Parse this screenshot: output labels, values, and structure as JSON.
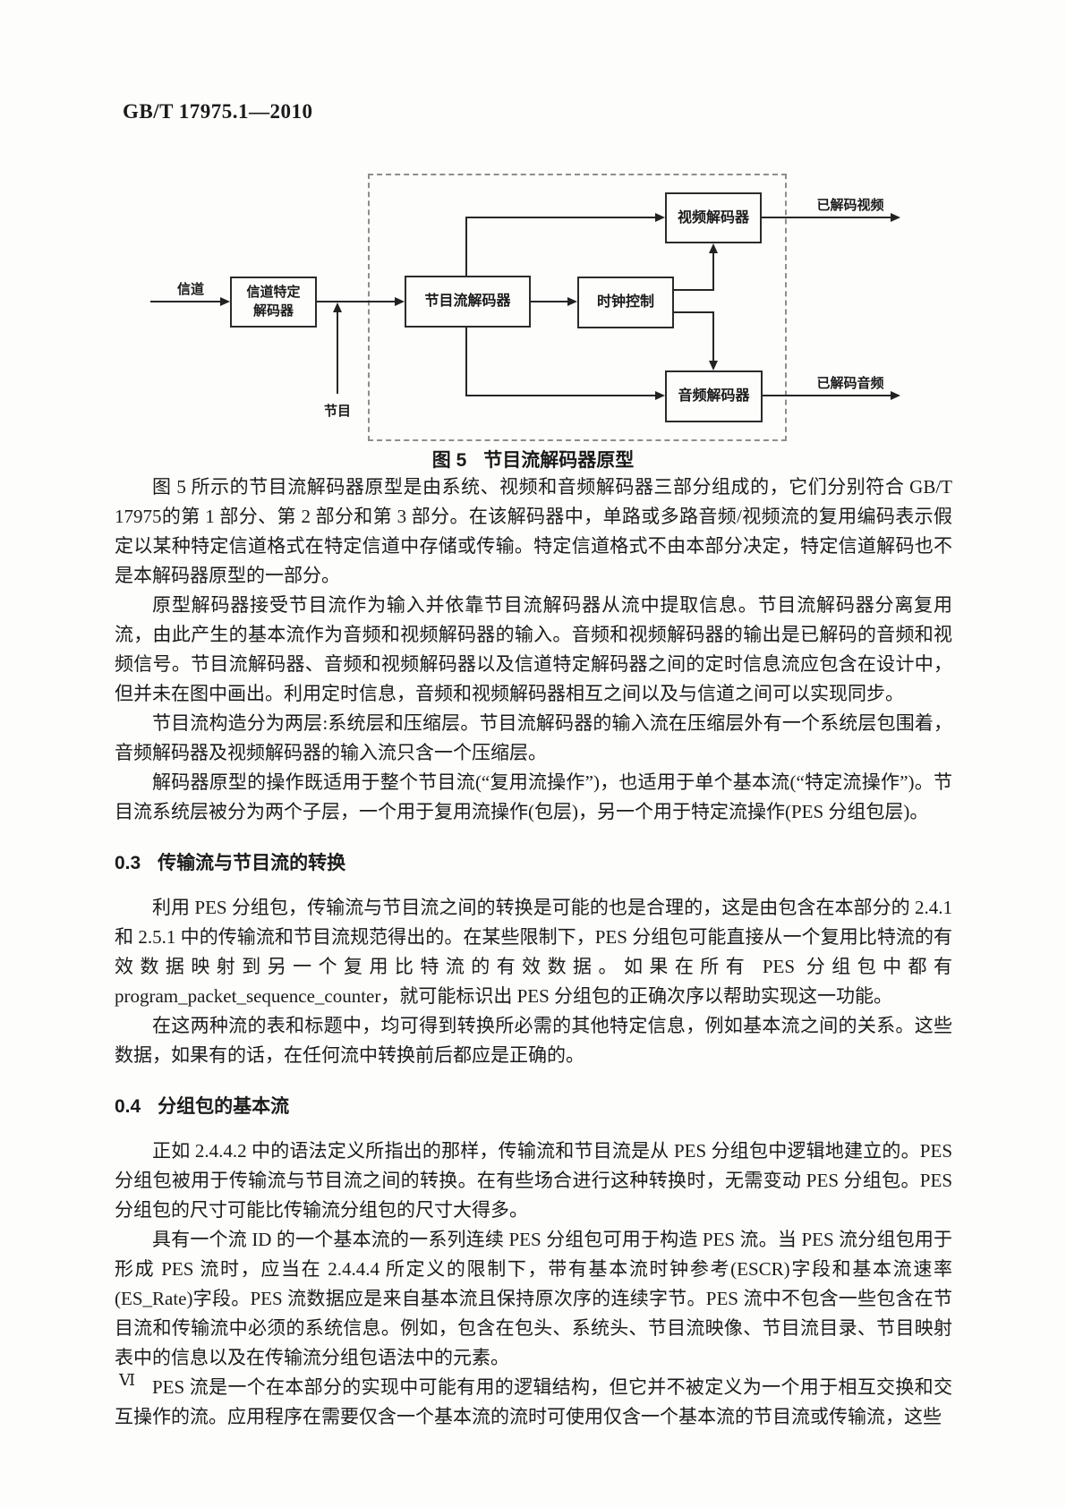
{
  "doc": {
    "header": "GB/T 17975.1—2010",
    "page_number": "Ⅵ"
  },
  "figure": {
    "caption_label": "图 5",
    "caption_title": "节目流解码器原型",
    "labels": {
      "channel": "信道",
      "program": "节目",
      "decoded_video": "已解码视频",
      "decoded_audio": "已解码音频"
    },
    "boxes": {
      "channel_decoder_line1": "信道特定",
      "channel_decoder_line2": "解码器",
      "ps_decoder": "节目流解码器",
      "clock_control": "时钟控制",
      "video_decoder": "视频解码器",
      "audio_decoder": "音频解码器"
    }
  },
  "body": {
    "intro": {
      "p1": "图 5 所示的节目流解码器原型是由系统、视频和音频解码器三部分组成的，它们分别符合 GB/T 17975的第 1 部分、第 2 部分和第 3 部分。在该解码器中，单路或多路音频/视频流的复用编码表示假定以某种特定信道格式在特定信道中存储或传输。特定信道格式不由本部分决定，特定信道解码也不是本解码器原型的一部分。",
      "p2": "原型解码器接受节目流作为输入并依靠节目流解码器从流中提取信息。节目流解码器分离复用流，由此产生的基本流作为音频和视频解码器的输入。音频和视频解码器的输出是已解码的音频和视频信号。节目流解码器、音频和视频解码器以及信道特定解码器之间的定时信息流应包含在设计中，但并未在图中画出。利用定时信息，音频和视频解码器相互之间以及与信道之间可以实现同步。",
      "p3": "节目流构造分为两层:系统层和压缩层。节目流解码器的输入流在压缩层外有一个系统层包围着，音频解码器及视频解码器的输入流只含一个压缩层。",
      "p4": "解码器原型的操作既适用于整个节目流(“复用流操作”)，也适用于单个基本流(“特定流操作”)。节目流系统层被分为两个子层，一个用于复用流操作(包层)，另一个用于特定流操作(PES 分组包层)。"
    },
    "section_03": {
      "num": "0.3",
      "title": "传输流与节目流的转换",
      "p1": "利用 PES 分组包，传输流与节目流之间的转换是可能的也是合理的，这是由包含在本部分的 2.4.1 和 2.5.1 中的传输流和节目流规范得出的。在某些限制下，PES 分组包可能直接从一个复用比特流的有效数据映射到另一个复用比特流的有效数据。如果在所有 PES 分组包中都有 program_packet_sequence_counter，就可能标识出 PES 分组包的正确次序以帮助实现这一功能。",
      "p2": "在这两种流的表和标题中，均可得到转换所必需的其他特定信息，例如基本流之间的关系。这些数据，如果有的话，在任何流中转换前后都应是正确的。"
    },
    "section_04": {
      "num": "0.4",
      "title": "分组包的基本流",
      "p1": "正如 2.4.4.2 中的语法定义所指出的那样，传输流和节目流是从 PES 分组包中逻辑地建立的。PES 分组包被用于传输流与节目流之间的转换。在有些场合进行这种转换时，无需变动 PES 分组包。PES 分组包的尺寸可能比传输流分组包的尺寸大得多。",
      "p2": "具有一个流 ID 的一个基本流的一系列连续 PES 分组包可用于构造 PES 流。当 PES 流分组包用于形成 PES 流时，应当在 2.4.4.4 所定义的限制下，带有基本流时钟参考(ESCR)字段和基本流速率(ES_Rate)字段。PES 流数据应是来自基本流且保持原次序的连续字节。PES 流中不包含一些包含在节目流和传输流中必须的系统信息。例如，包含在包头、系统头、节目流映像、节目流目录、节目映射表中的信息以及在传输流分组包语法中的元素。",
      "p3": "PES 流是一个在本部分的实现中可能有用的逻辑结构，但它并不被定义为一个用于相互交换和交互操作的流。应用程序在需要仅含一个基本流的流时可使用仅含一个基本流的节目流或传输流，这些"
    }
  }
}
